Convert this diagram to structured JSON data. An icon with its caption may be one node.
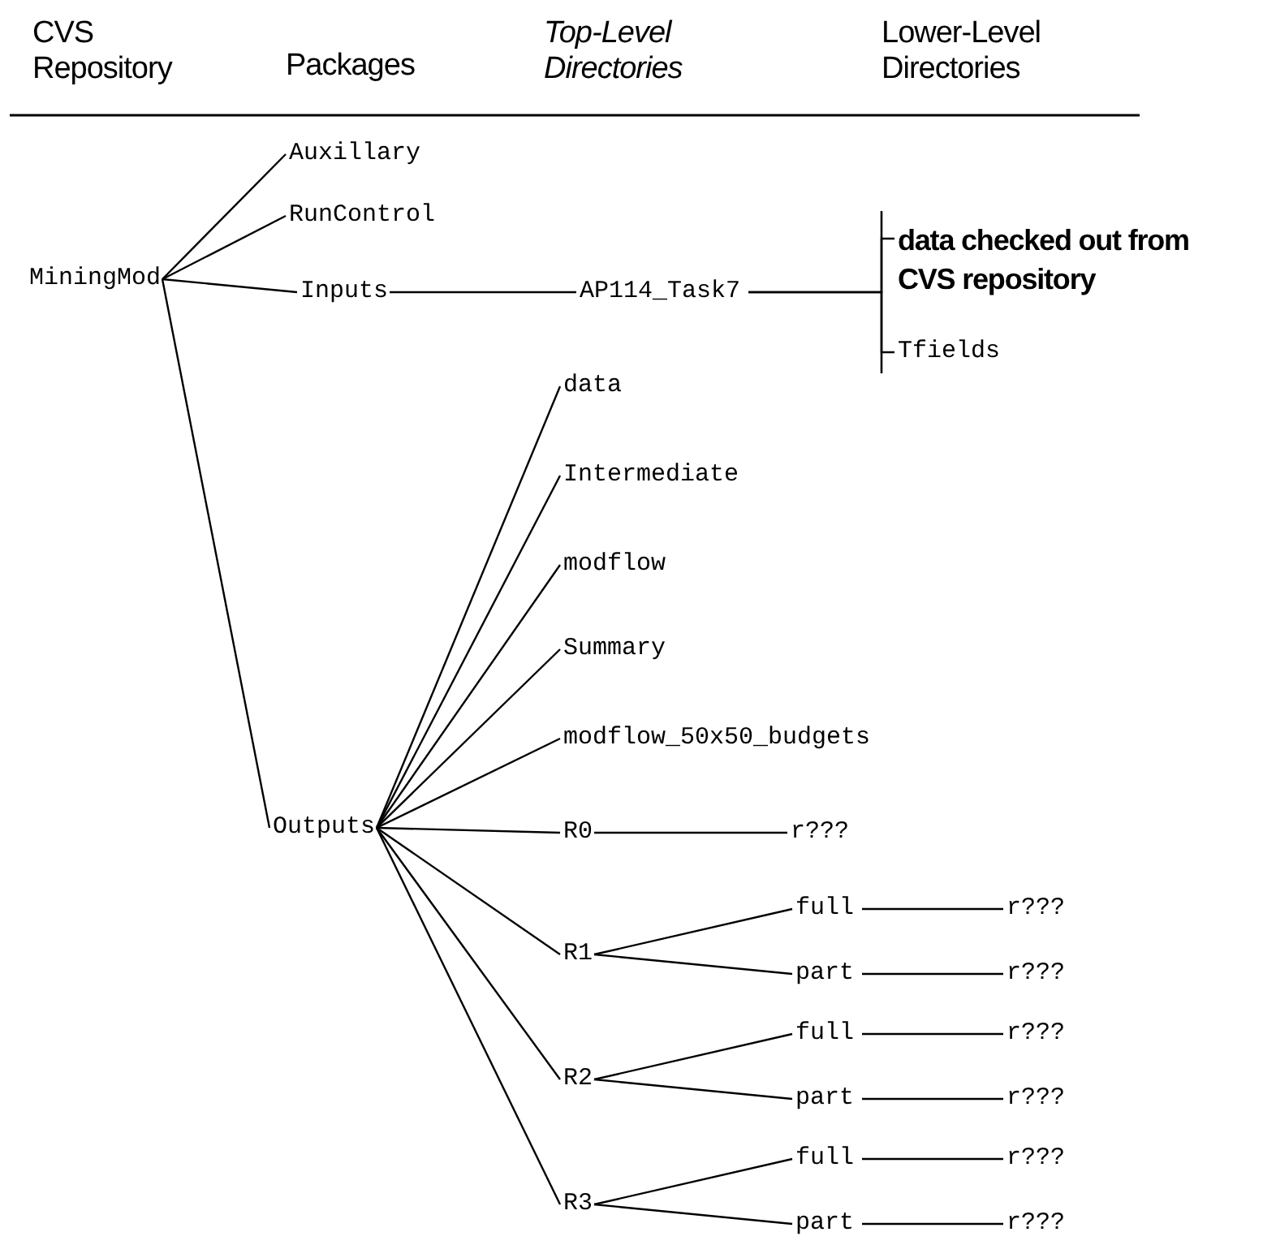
{
  "diagram": {
    "nodes": [
      {
        "text": [
          "MiningMod"
        ]
      },
      {
        "text": [
          "Auxillary"
        ]
      },
      {
        "text": [
          "RunControl"
        ]
      },
      {
        "text": [
          "Inputs"
        ]
      },
      {
        "text": [
          "AP114_Task7"
        ]
      },
      {
        "text": [
          "data checked out from CVS repository"
        ]
      },
      {
        "text": [
          "Tfields"
        ]
      },
      {
        "text": [
          "data"
        ]
      },
      {
        "text": [
          "Intermediate"
        ]
      },
      {
        "text": [
          "modflow"
        ]
      },
      {
        "text": [
          "Summary"
        ]
      },
      {
        "text": [
          "modflow_50x50_budgets"
        ]
      },
      {
        "text": [
          "Outputs"
        ]
      },
      {
        "text": [
          "R0"
        ]
      },
      {
        "text": [
          "r???"
        ]
      },
      {
        "text": [
          "R1"
        ]
      },
      {
        "text": [
          "full"
        ]
      },
      {
        "text": [
          "r???"
        ]
      },
      {
        "text": [
          "part"
        ]
      },
      {
        "text": [
          "r???"
        ]
      },
      {
        "text": [
          "R2"
        ]
      },
      {
        "text": [
          "full"
        ]
      },
      {
        "text": [
          "r???"
        ]
      },
      {
        "text": [
          "part"
        ]
      },
      {
        "text": [
          "r???"
        ]
      },
      {
        "text": [
          "R3"
        ]
      },
      {
        "text": [
          "full"
        ]
      },
      {
        "text": [
          "r???"
        ]
      },
      {
        "text": [
          "part"
        ]
      },
      {
        "text": [
          "r???"
        ]
      }
    ],
    "edges": [
      {
        "from": 0,
        "to": 1,
        "arrow": "none"
      },
      {
        "from": 0,
        "to": 2,
        "arrow": "none"
      },
      {
        "from": 0,
        "to": 3,
        "arrow": "none"
      },
      {
        "from": 0,
        "to": 12,
        "arrow": "none"
      },
      {
        "from": 3,
        "to": 4,
        "arrow": "none"
      },
      {
        "from": 4,
        "to": 5,
        "arrow": "none"
      },
      {
        "from": 4,
        "to": 6,
        "arrow": "none"
      },
      {
        "from": 12,
        "to": 7,
        "arrow": "none"
      },
      {
        "from": 12,
        "to": 8,
        "arrow": "none"
      },
      {
        "from": 12,
        "to": 9,
        "arrow": "none"
      },
      {
        "from": 12,
        "to": 10,
        "arrow": "none"
      },
      {
        "from": 12,
        "to": 11,
        "arrow": "none"
      },
      {
        "from": 12,
        "to": 13,
        "arrow": "none"
      },
      {
        "from": 13,
        "to": 14,
        "arrow": "none"
      },
      {
        "from": 12,
        "to": 15,
        "arrow": "none"
      },
      {
        "from": 15,
        "to": 16,
        "arrow": "none"
      },
      {
        "from": 16,
        "to": 17,
        "arrow": "none"
      },
      {
        "from": 15,
        "to": 18,
        "arrow": "none"
      },
      {
        "from": 18,
        "to": 19,
        "arrow": "none"
      },
      {
        "from": 12,
        "to": 20,
        "arrow": "none"
      },
      {
        "from": 20,
        "to": 21,
        "arrow": "none"
      },
      {
        "from": 21,
        "to": 22,
        "arrow": "none"
      },
      {
        "from": 20,
        "to": 23,
        "arrow": "none"
      },
      {
        "from": 23,
        "to": 24,
        "arrow": "none"
      },
      {
        "from": 12,
        "to": 25,
        "arrow": "none"
      },
      {
        "from": 25,
        "to": 26,
        "arrow": "none"
      },
      {
        "from": 26,
        "to": 27,
        "arrow": "none"
      },
      {
        "from": 25,
        "to": 28,
        "arrow": "none"
      },
      {
        "from": 28,
        "to": 29,
        "arrow": "none"
      }
    ],
    "labels": [
      "CVS Repository",
      "Packages",
      "Top-Level Directories",
      "Lower-Level Directories"
    ]
  }
}
